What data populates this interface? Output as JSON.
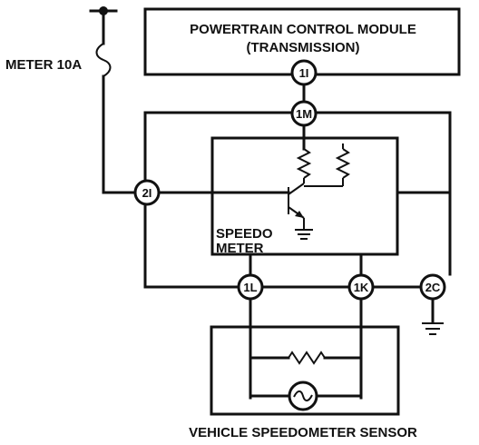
{
  "pcm": {
    "line1": "POWERTRAIN CONTROL MODULE",
    "line2": "(TRANSMISSION)"
  },
  "fuse_label": "METER 10A",
  "speedo": {
    "line1": "SPEEDO",
    "line2": "METER"
  },
  "sensor_label": "VEHICLE SPEEDOMETER SENSOR",
  "connectors": {
    "c1i": "1I",
    "c1m": "1M",
    "c2i": "2I",
    "c1l": "1L",
    "c1k": "1K",
    "c2c": "2C"
  }
}
